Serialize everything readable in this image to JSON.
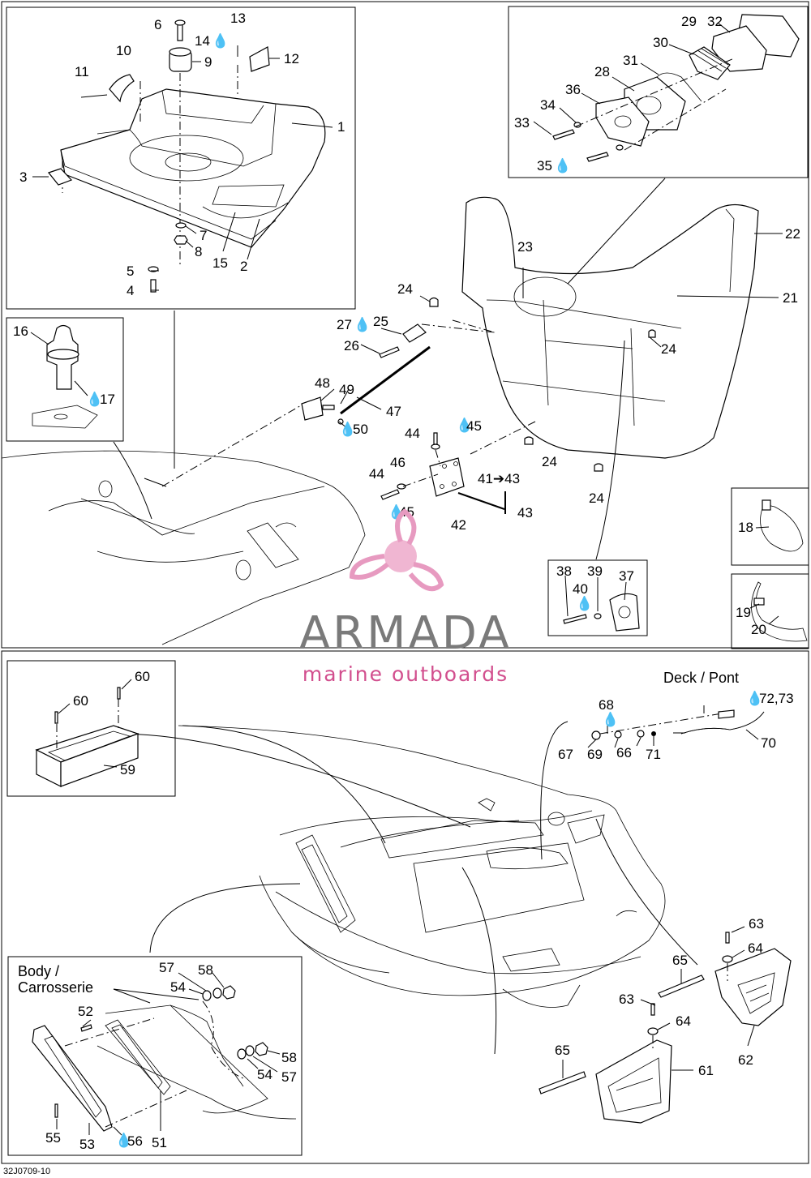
{
  "figure_code": "32J0709-10",
  "watermark": {
    "brand": "ARMADA",
    "tagline": "marine outboards",
    "logo_icon": "propeller-icon",
    "brand_color": "#7a7a7a",
    "accent_color": "#d24f8e"
  },
  "glyph_drop": "💧",
  "labels": {
    "deck_pont": "Deck / Pont",
    "body_line1": "Body /",
    "body_line2": "Carrosserie"
  },
  "callouts": {
    "c1": "1",
    "c2": "2",
    "c3": "3",
    "c4": "4",
    "c5": "5",
    "c6": "6",
    "c7": "7",
    "c8": "8",
    "c9": "9",
    "c10": "10",
    "c11": "11",
    "c12": "12",
    "c13": "13",
    "c14": "14",
    "c15": "15",
    "c16": "16",
    "c17": "17",
    "c18": "18",
    "c19": "19",
    "c20": "20",
    "c21": "21",
    "c22": "22",
    "c23": "23",
    "c24a": "24",
    "c24b": "24",
    "c24c": "24",
    "c24d": "24",
    "c25": "25",
    "c26": "26",
    "c27": "27",
    "c28": "28",
    "c29": "29",
    "c30": "30",
    "c31": "31",
    "c32": "32",
    "c33": "33",
    "c34": "34",
    "c35": "35",
    "c36": "36",
    "c37": "37",
    "c38": "38",
    "c39": "39",
    "c40": "40",
    "c41": "41➔43",
    "c42": "42",
    "c43": "43",
    "c44a": "44",
    "c44b": "44",
    "c45a": "45",
    "c45b": "45",
    "c46": "46",
    "c47": "47",
    "c48": "48",
    "c49": "49",
    "c50": "50",
    "c51": "51",
    "c52": "52",
    "c53": "53",
    "c54a": "54",
    "c54b": "54",
    "c55": "55",
    "c56": "56",
    "c57a": "57",
    "c57b": "57",
    "c58a": "58",
    "c58b": "58",
    "c59": "59",
    "c60a": "60",
    "c60b": "60",
    "c61": "61",
    "c62": "62",
    "c63a": "63",
    "c63b": "63",
    "c64a": "64",
    "c64b": "64",
    "c65a": "65",
    "c65b": "65",
    "c66": "66",
    "c67": "67",
    "c68": "68",
    "c69": "69",
    "c70": "70",
    "c71": "71",
    "c72": "72,73"
  }
}
